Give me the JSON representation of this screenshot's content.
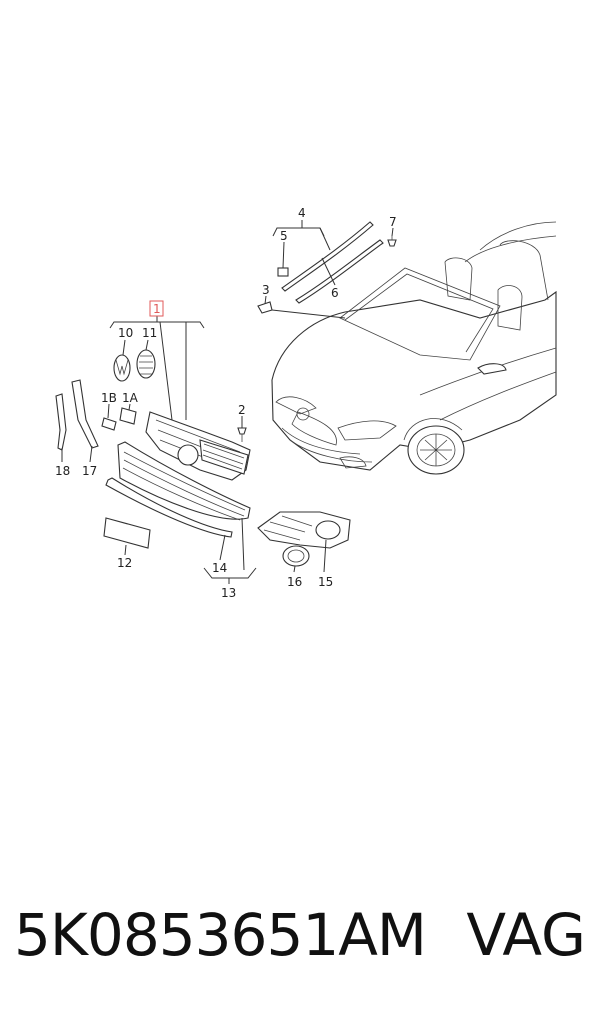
{
  "callouts": {
    "c1": "1",
    "c1a": "1A",
    "c1b": "1B",
    "c2": "2",
    "c3": "3",
    "c4": "4",
    "c5": "5",
    "c6": "6",
    "c7": "7",
    "c10": "10",
    "c11": "11",
    "c12": "12",
    "c13": "13",
    "c14": "14",
    "c15": "15",
    "c16": "16",
    "c17": "17",
    "c18": "18"
  },
  "colors": {
    "highlight": "#e05a5a",
    "line": "#333333"
  },
  "footer": {
    "part_number": "5K0853651AM",
    "brand": "VAG"
  }
}
